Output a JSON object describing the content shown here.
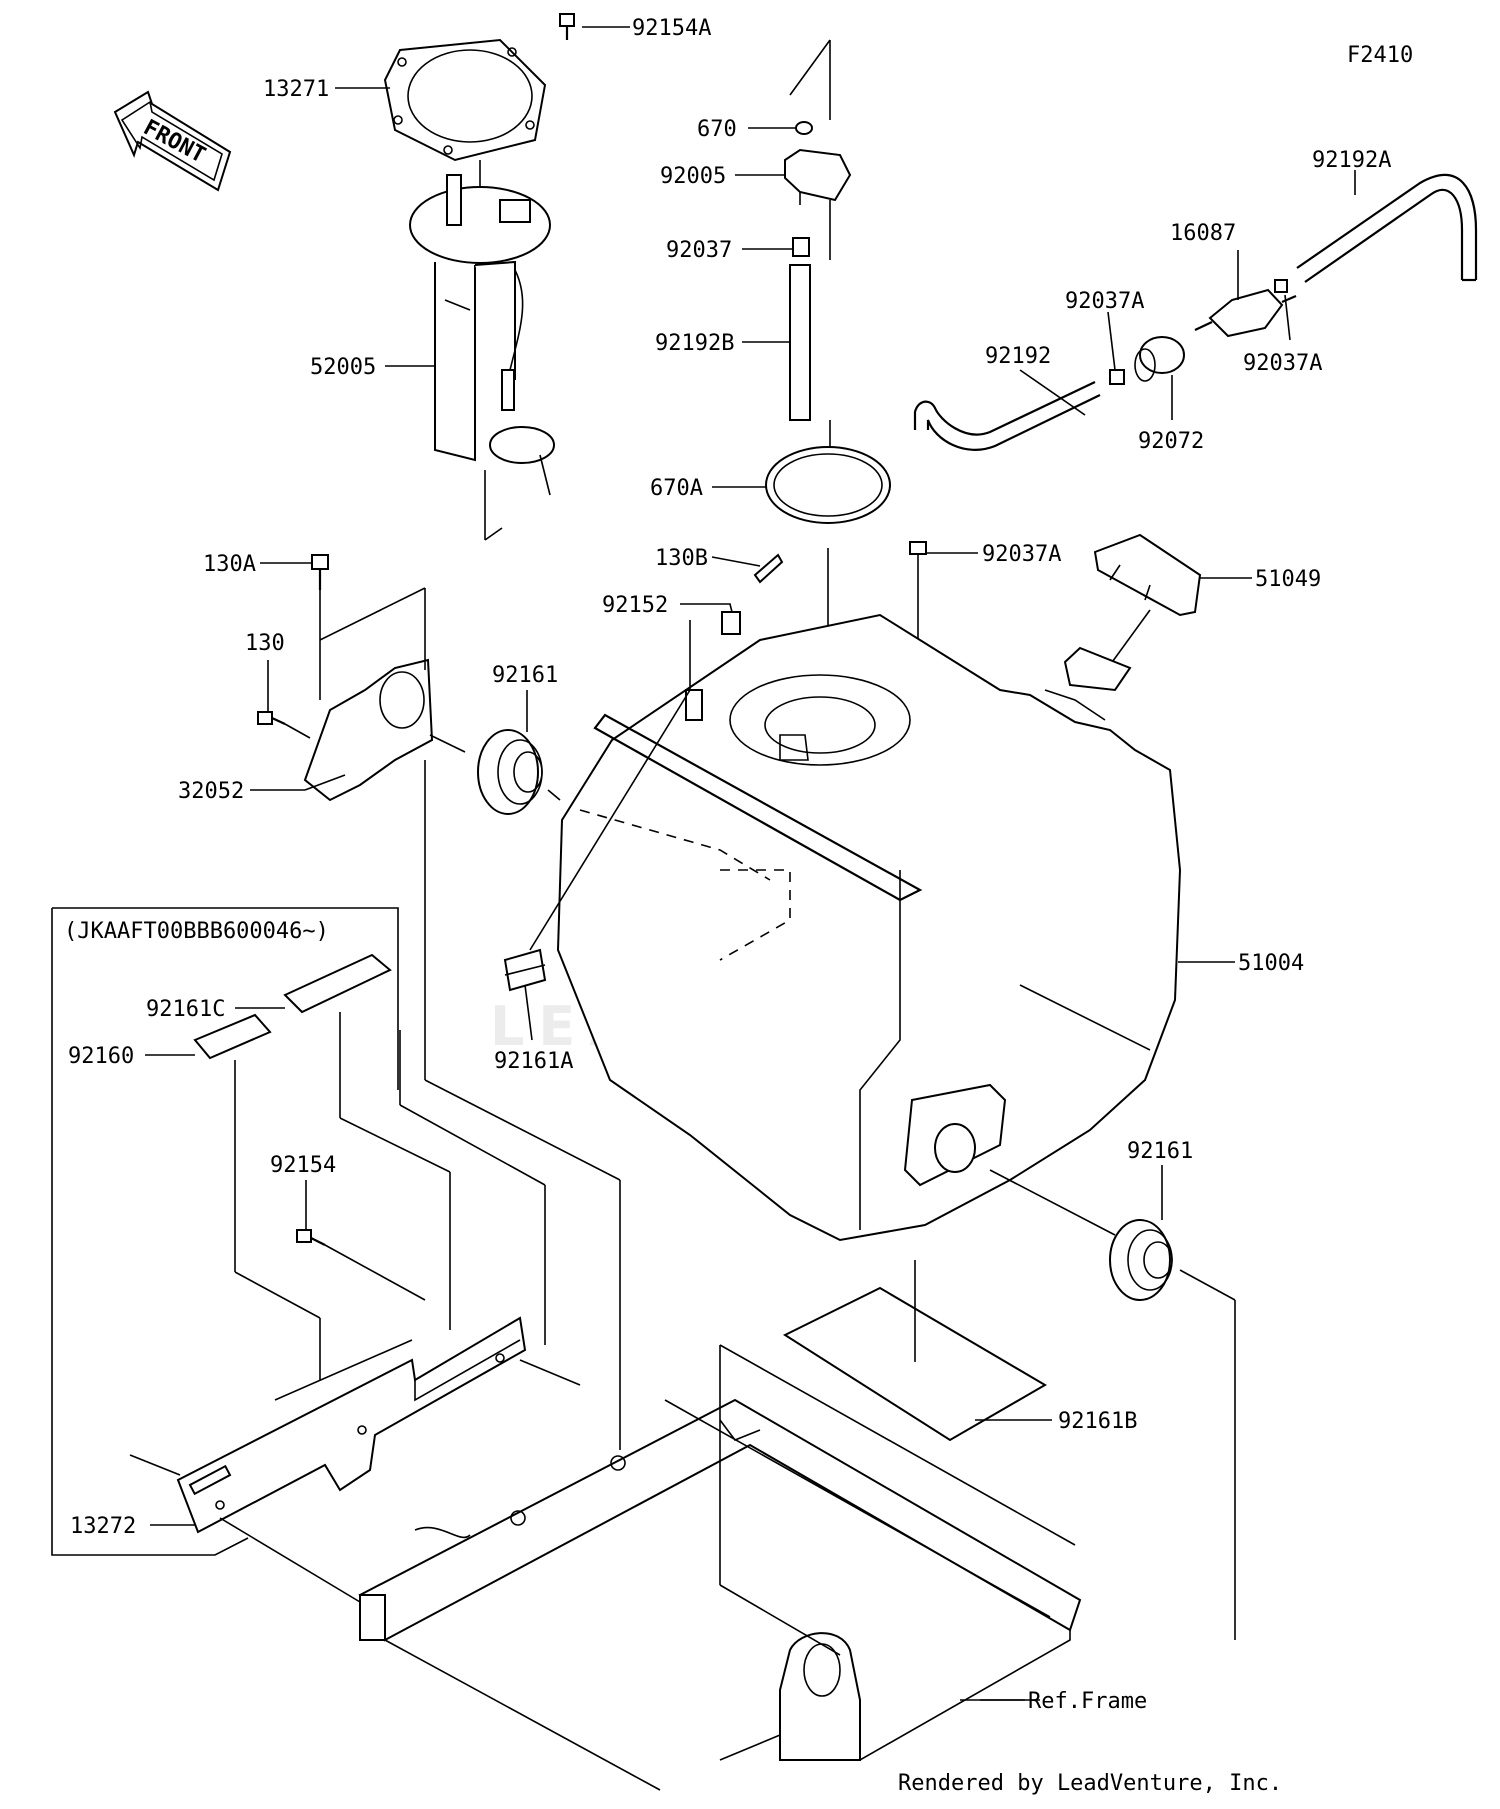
{
  "figure_code": "F2410",
  "front_arrow_label": "FRONT",
  "serial_note": "(JKAAFT00BBB600046~)",
  "watermark": "LEADVENTURE",
  "footer": "Rendered by LeadVenture, Inc.",
  "parts": [
    "92154A",
    "13271",
    "52005",
    "670",
    "92005",
    "92037",
    "92192B",
    "670A",
    "92192A",
    "16087",
    "92037A",
    "92192",
    "92037A",
    "92072",
    "92037A",
    "51049",
    "130A",
    "130",
    "32052",
    "92161",
    "130B",
    "92152",
    "51004",
    "92161A",
    "92161C",
    "92160",
    "92154",
    "92161",
    "13272",
    "92161B",
    "Ref.Frame"
  ]
}
